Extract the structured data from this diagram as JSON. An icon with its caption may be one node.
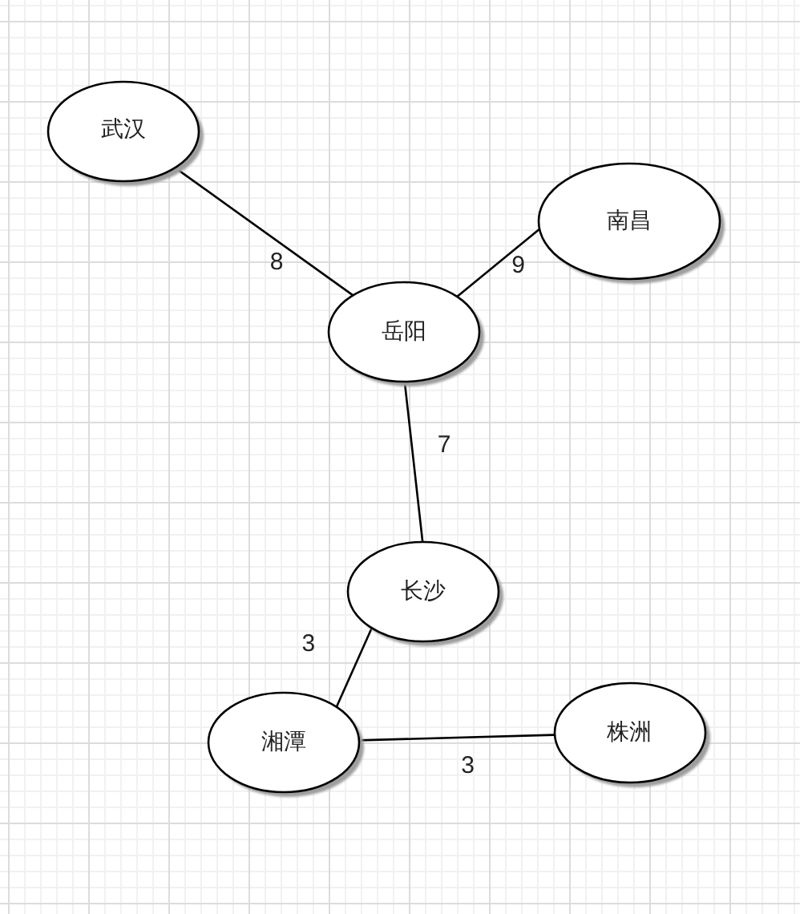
{
  "diagram": {
    "nodes": [
      {
        "text": [
          "武汉"
        ]
      },
      {
        "text": [
          "南昌"
        ]
      },
      {
        "text": [
          "岳阳"
        ]
      },
      {
        "text": [
          "长沙"
        ]
      },
      {
        "text": [
          "湘潭"
        ]
      },
      {
        "text": [
          "株洲"
        ]
      }
    ],
    "edges": [
      {
        "from": 0,
        "to": 2,
        "arrow": "none",
        "label": "8"
      },
      {
        "from": 2,
        "to": 1,
        "arrow": "none",
        "label": "9"
      },
      {
        "from": 2,
        "to": 3,
        "arrow": "none",
        "label": "7"
      },
      {
        "from": 3,
        "to": 4,
        "arrow": "none",
        "label": "3"
      },
      {
        "from": 4,
        "to": 5,
        "arrow": "none",
        "label": "3"
      }
    ]
  }
}
